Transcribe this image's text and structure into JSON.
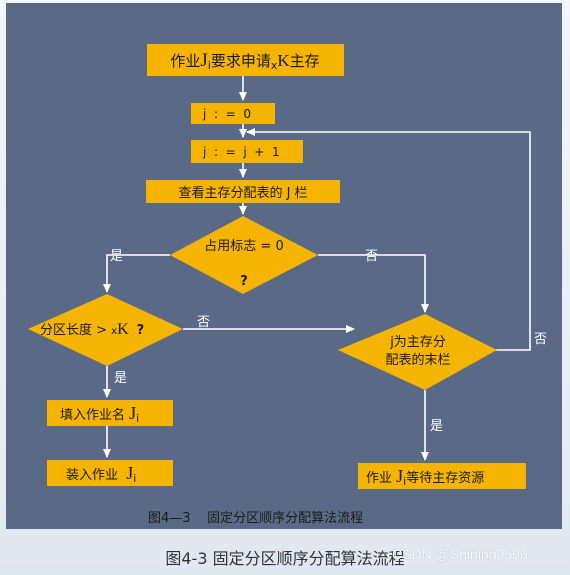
{
  "flowchart": {
    "nodes": {
      "start": {
        "pre": "作业",
        "j": "J",
        "sub": "i",
        "post": "要求申请",
        "x": "x",
        "k": "K",
        "tail": "主存"
      },
      "init": {
        "text": "j  :  =  0"
      },
      "inc": {
        "text": "j  :  =  j  +  1"
      },
      "check_table": {
        "text": "查看主存分配表的 J 栏"
      },
      "occupied": {
        "text": "占用标志 = 0",
        "q": "?"
      },
      "partition_size": {
        "pre": "分区长度 > ",
        "x": "x",
        "k": "K",
        "q": "?"
      },
      "last_row": {
        "line1": "j为主存分",
        "line2": "配表的末栏"
      },
      "fill_name": {
        "pre": "填入作业名 ",
        "j": "J",
        "sub": "i"
      },
      "load_job": {
        "pre": "装入作业  ",
        "j": "J",
        "sub": "i"
      },
      "wait": {
        "pre": "作业 ",
        "j": "J",
        "sub": "i",
        "post": "等待主存资源"
      }
    },
    "labels": {
      "yes_occupied": "是",
      "no_occupied": "否",
      "no_size": "否",
      "yes_size": "是",
      "yes_last": "是",
      "no_last": "否"
    },
    "figure_title": "图4—3    固定分区顺序分配算法流程"
  },
  "caption": "图4-3 固定分区顺序分配算法流程",
  "watermark": "CSDN @Shining0596",
  "colors": {
    "panel": "#5a6a86",
    "box_fill": "#f5b400",
    "box_text": "#1a1a1a",
    "arrow": "#ffffff"
  }
}
